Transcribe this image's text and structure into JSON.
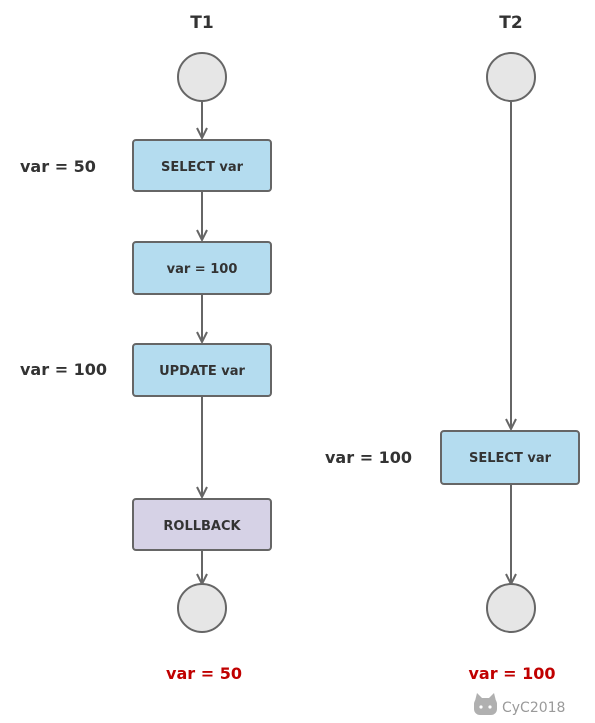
{
  "columns": {
    "t1": {
      "title": "T1"
    },
    "t2": {
      "title": "T2"
    }
  },
  "t1_steps": {
    "select": "SELECT var",
    "assign": "var = 100",
    "update": "UPDATE var",
    "rollback": "ROLLBACK"
  },
  "t2_steps": {
    "select": "SELECT var"
  },
  "side_labels": {
    "t1_select": "var = 50",
    "t1_update": "var = 100",
    "t2_select": "var = 100"
  },
  "results": {
    "t1": "var = 50",
    "t2": "var = 100"
  },
  "watermark": {
    "text": "CyC2018"
  },
  "colors": {
    "step_box": "#b4dcef",
    "rollback_box": "#d6d2e6",
    "result_text": "#c00000"
  }
}
